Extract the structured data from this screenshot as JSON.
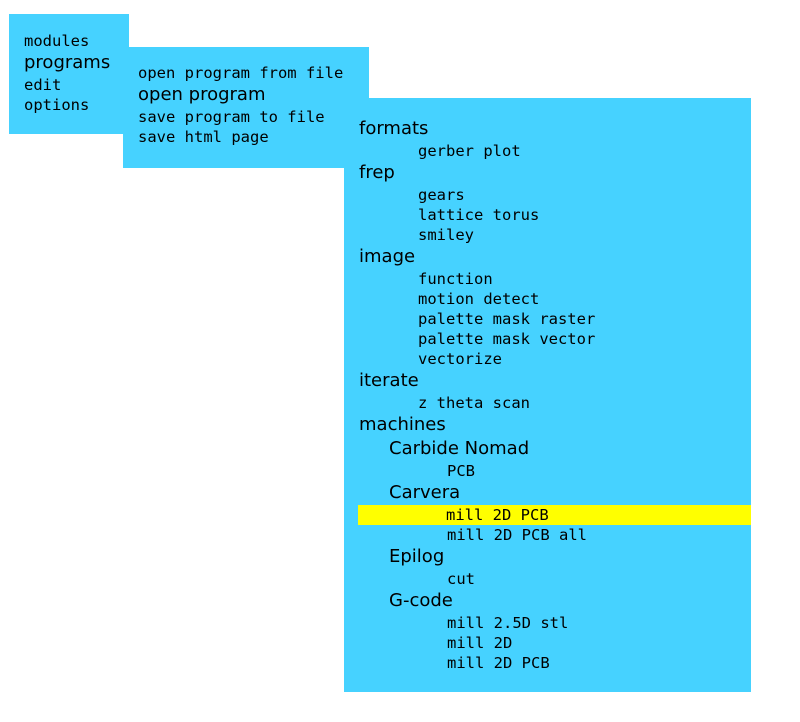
{
  "top_menu": {
    "items": [
      {
        "label": "modules",
        "style": "mono"
      },
      {
        "label": "programs",
        "style": "sans"
      },
      {
        "label": "edit",
        "style": "mono"
      },
      {
        "label": "options",
        "style": "mono"
      }
    ]
  },
  "programs_menu": {
    "items": [
      {
        "label": "open program from file",
        "style": "mono"
      },
      {
        "label": "open program",
        "style": "sans"
      },
      {
        "label": "save program to file",
        "style": "mono"
      },
      {
        "label": "save html page",
        "style": "mono"
      }
    ]
  },
  "open_program_menu": {
    "highlight_color": "#ffff00",
    "menu_color": "#46d2ff",
    "items": [
      {
        "label": "formats",
        "level": "cat"
      },
      {
        "label": "gerber plot",
        "level": "sub"
      },
      {
        "label": "frep",
        "level": "cat"
      },
      {
        "label": "gears",
        "level": "sub"
      },
      {
        "label": "lattice torus",
        "level": "sub"
      },
      {
        "label": "smiley",
        "level": "sub"
      },
      {
        "label": "image",
        "level": "cat"
      },
      {
        "label": "function",
        "level": "sub"
      },
      {
        "label": "motion detect",
        "level": "sub"
      },
      {
        "label": "palette mask raster",
        "level": "sub"
      },
      {
        "label": "palette mask vector",
        "level": "sub"
      },
      {
        "label": "vectorize",
        "level": "sub"
      },
      {
        "label": "iterate",
        "level": "cat"
      },
      {
        "label": "z theta scan",
        "level": "sub"
      },
      {
        "label": "machines",
        "level": "cat"
      },
      {
        "label": "Carbide Nomad",
        "level": "mach"
      },
      {
        "label": "PCB",
        "level": "subsub"
      },
      {
        "label": "Carvera",
        "level": "mach"
      },
      {
        "label": "mill 2D PCB",
        "level": "subsub",
        "highlighted": true
      },
      {
        "label": "mill 2D PCB all",
        "level": "subsub"
      },
      {
        "label": "Epilog",
        "level": "mach"
      },
      {
        "label": "cut",
        "level": "subsub"
      },
      {
        "label": "G-code",
        "level": "mach"
      },
      {
        "label": "mill 2.5D stl",
        "level": "subsub"
      },
      {
        "label": "mill 2D",
        "level": "subsub"
      },
      {
        "label": "mill 2D PCB",
        "level": "subsub"
      }
    ]
  }
}
